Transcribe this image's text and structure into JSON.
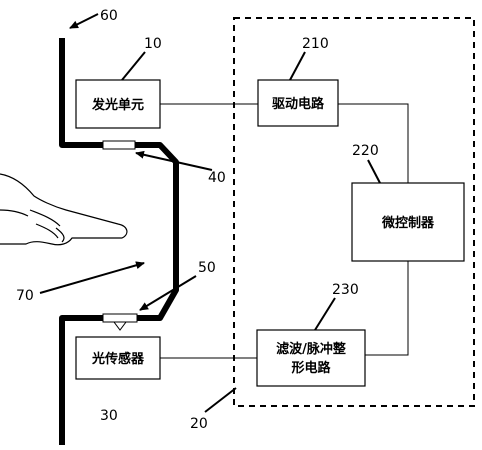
{
  "labels": {
    "n60": "60",
    "n10": "10",
    "n210": "210",
    "n40": "40",
    "n220": "220",
    "n50": "50",
    "n70": "70",
    "n230": "230",
    "n30": "30",
    "n20": "20"
  },
  "boxes": {
    "light_emitter": "发光单元",
    "drive_circuit": "驱动电路",
    "microcontroller": "微控制器",
    "light_sensor": "光传感器",
    "filter_line1": "滤波/脉冲整",
    "filter_line2": "形电路"
  },
  "colors": {
    "ink": "#000000",
    "background": "#ffffff"
  },
  "icons": [
    "hand-pointer-icon"
  ]
}
